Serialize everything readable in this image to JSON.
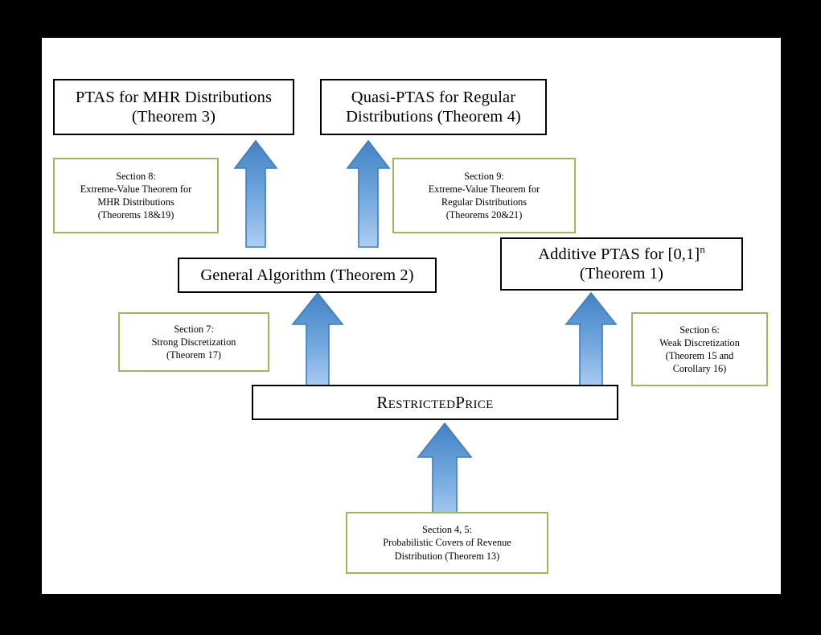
{
  "diagram": {
    "title": "Paper organization flowchart",
    "colors": {
      "result_border": "#000000",
      "section_border": "#9bbb59",
      "arrow_top": "#4a87c8",
      "arrow_bottom": "#a9caee",
      "arrow_outline": "#3b7ec0",
      "canvas_background": "#ffffff",
      "page_background": "#000000"
    },
    "results": [
      {
        "id": "ptas-mhr",
        "lines": [
          "PTAS for MHR Distributions",
          "(Theorem 3)"
        ]
      },
      {
        "id": "quasi-ptas-regular",
        "lines": [
          "Quasi-PTAS for Regular",
          "Distributions (Theorem 4)"
        ]
      },
      {
        "id": "additive-ptas",
        "lines": [
          "Additive PTAS for [0,1]",
          "(Theorem 1)"
        ],
        "superscript": "n"
      },
      {
        "id": "general-algorithm",
        "lines": [
          "General Algorithm (Theorem 2)"
        ]
      },
      {
        "id": "restricted-price",
        "lines": [
          "RestrictedPrice"
        ]
      }
    ],
    "sections": [
      {
        "id": "section-8",
        "lines": [
          "Section 8:",
          "Extreme-Value Theorem for",
          "MHR Distributions",
          "(Theorems 18&19)"
        ]
      },
      {
        "id": "section-9",
        "lines": [
          "Section 9:",
          "Extreme-Value Theorem for",
          "Regular Distributions",
          "(Theorems 20&21)"
        ]
      },
      {
        "id": "section-7",
        "lines": [
          "Section 7:",
          "Strong Discretization",
          "(Theorem 17)"
        ]
      },
      {
        "id": "section-6",
        "lines": [
          "Section 6:",
          "Weak Discretization",
          "(Theorem 15 and",
          "Corollary 16)"
        ]
      },
      {
        "id": "section-4-5",
        "lines": [
          "Section 4, 5:",
          "Probabilistic Covers of Revenue",
          "Distribution (Theorem 13)"
        ]
      }
    ],
    "arrows": [
      {
        "id": "arrow-to-ptas-mhr",
        "direction": "up"
      },
      {
        "id": "arrow-to-quasi-ptas",
        "direction": "up"
      },
      {
        "id": "arrow-to-general-algorithm",
        "direction": "up"
      },
      {
        "id": "arrow-to-additive-ptas",
        "direction": "up"
      },
      {
        "id": "arrow-to-restricted-price",
        "direction": "up"
      }
    ]
  }
}
